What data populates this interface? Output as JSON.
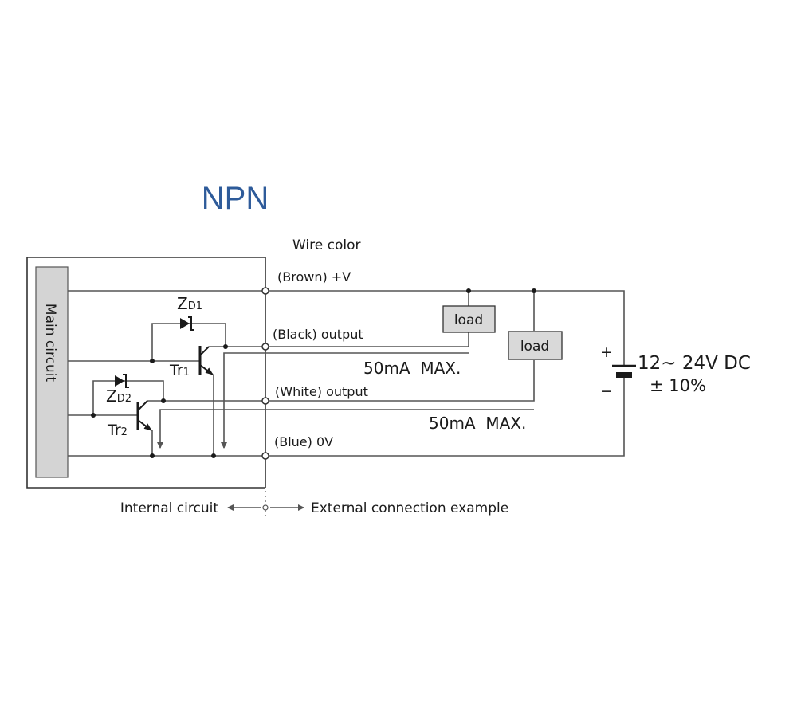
{
  "title": "NPN",
  "wire_color_heading": "Wire color",
  "main_circuit_label": "Main circuit",
  "wires": {
    "brown": "(Brown) +V",
    "black": "(Black) output",
    "white": "(White) output",
    "blue": "(Blue) 0V"
  },
  "components": {
    "zd1": {
      "main": "Z",
      "sub": "D1"
    },
    "zd2": {
      "main": "Z",
      "sub": "D2"
    },
    "tr1": {
      "main": "Tr",
      "sub": "1"
    },
    "tr2": {
      "main": "Tr",
      "sub": "2"
    }
  },
  "load_label": "load",
  "current_limit_1": "50mA  MAX.",
  "current_limit_2": "50mA  MAX.",
  "supply": {
    "plus": "+",
    "minus": "−",
    "voltage": "12~ 24V DC",
    "tolerance": "± 10%"
  },
  "footer": {
    "internal": "Internal circuit",
    "external": "External connection example"
  },
  "colors": {
    "title": "#2e5b9a",
    "main_circuit_fill": "#d4d4d4",
    "load_fill": "#d9d9d9",
    "wire": "#555555",
    "ink": "#1a1a1a"
  }
}
